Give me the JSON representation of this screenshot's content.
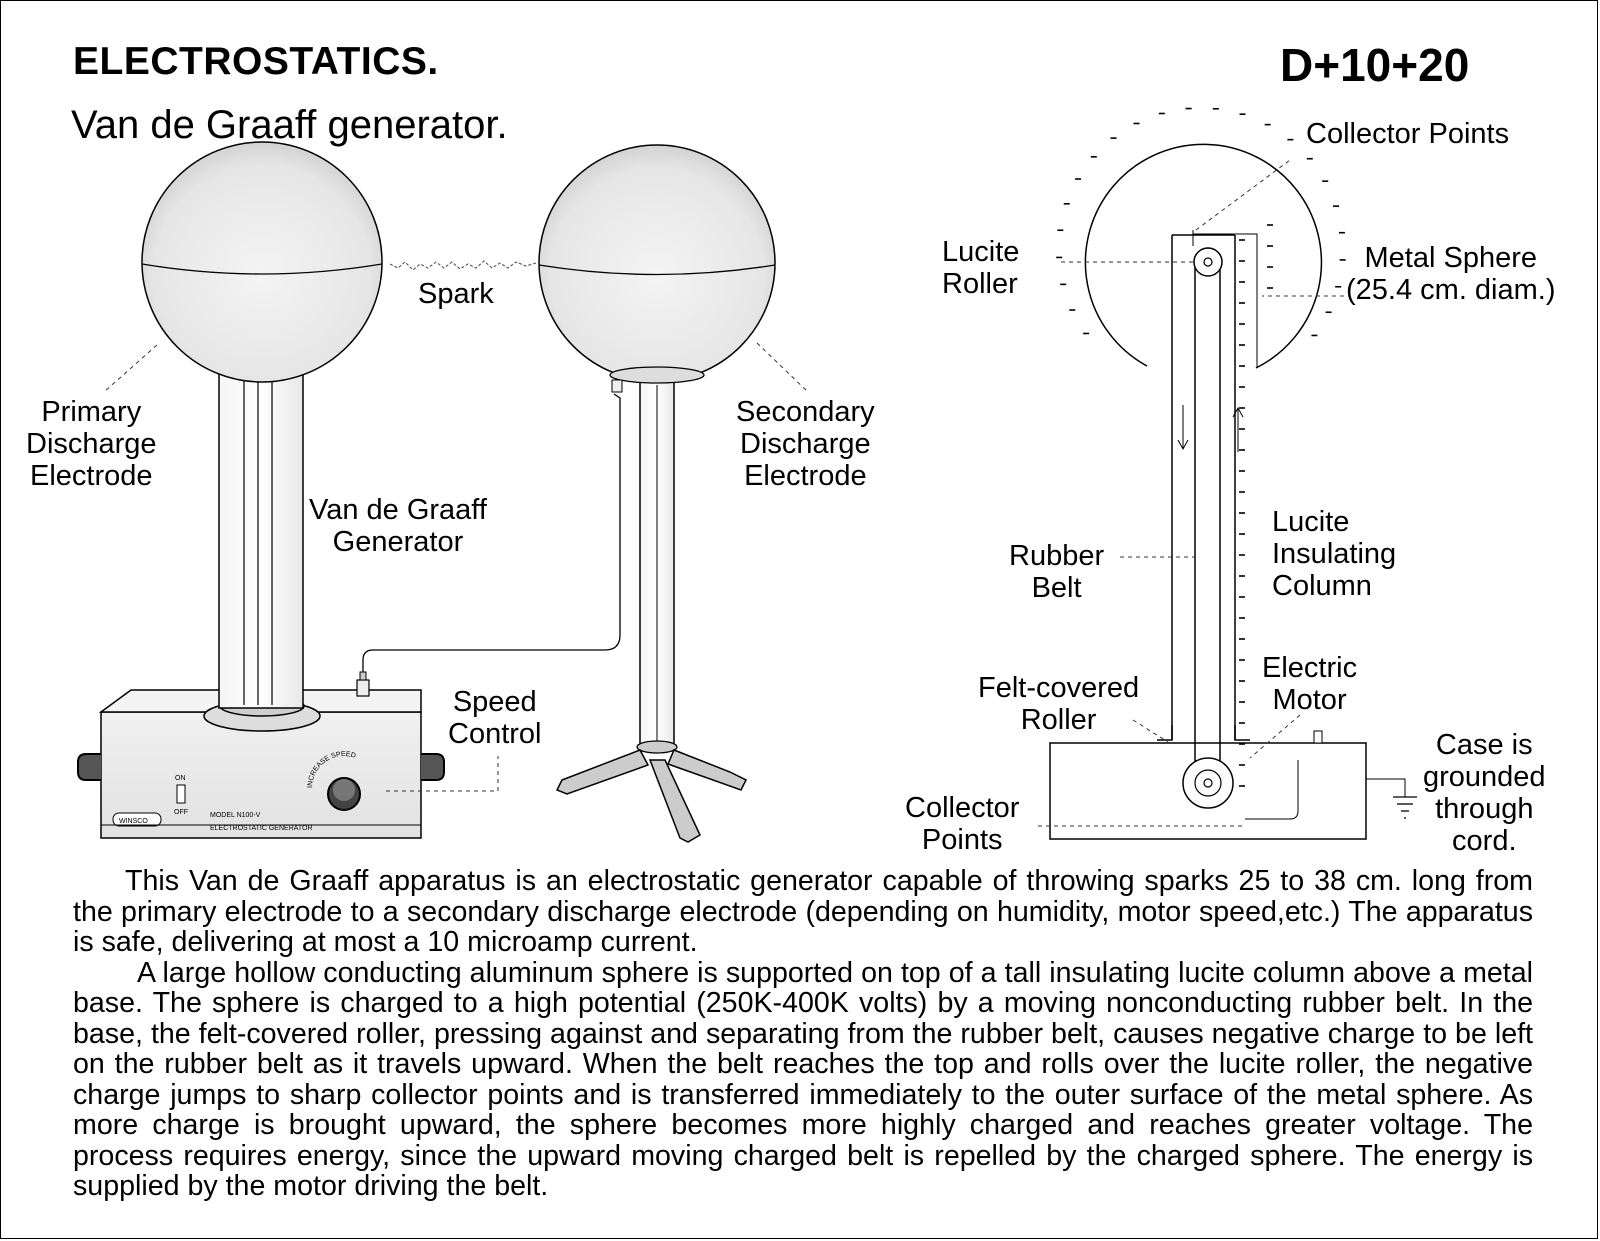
{
  "header": {
    "title": "ELECTROSTATICS.",
    "code": "D+10+20",
    "subtitle": "Van de Graaff generator."
  },
  "labels": {
    "spark": "Spark",
    "primary_electrode": [
      "Primary",
      "Discharge",
      "Electrode"
    ],
    "secondary_electrode": [
      "Secondary",
      "Discharge",
      "Electrode"
    ],
    "generator": [
      "Van de Graaff",
      "Generator"
    ],
    "speed_control": [
      "Speed",
      "Control"
    ],
    "collector_points_top": "Collector Points",
    "lucite_roller": [
      "Lucite",
      "Roller"
    ],
    "metal_sphere": [
      "Metal Sphere",
      "(25.4 cm. diam.)"
    ],
    "rubber_belt": [
      "Rubber",
      "Belt"
    ],
    "insulating_column": [
      "Lucite",
      "Insulating",
      "Column"
    ],
    "felt_roller": [
      "Felt-covered",
      "Roller"
    ],
    "electric_motor": [
      "Electric",
      "Motor"
    ],
    "collector_points_bottom": [
      "Collector",
      "Points"
    ],
    "case_grounded": [
      "Case is",
      "grounded",
      "through",
      "cord."
    ]
  },
  "apparatus_text": {
    "on": "ON",
    "off": "OFF",
    "brand": "WINSCO",
    "model": "MODEL N100-V",
    "product": "ELECTROSTATIC GENERATOR",
    "knob": "INCREASE SPEED"
  },
  "description": [
    "This Van de Graaff apparatus is an electrostatic generator capable of throwing sparks 25 to 38 cm. long from the primary electrode to a secondary discharge electrode (depending on humidity, motor speed,etc.) The apparatus is safe, delivering at most a 10 microamp current.",
    "A large hollow conducting aluminum sphere is supported on top of a tall insulating lucite column above a metal base. The sphere is charged to a high potential (250K-400K volts) by a moving nonconducting rubber belt.  In the base, the felt-covered roller, pressing against and separating from the rubber belt, causes negative charge to be left on the rubber belt as it travels upward. When the belt reaches the top and rolls over the lucite roller, the negative charge jumps to sharp collector points and is transferred immediately to the outer surface of the metal sphere. As more charge is brought upward, the sphere becomes more highly charged and reaches greater voltage. The process requires energy, since the upward moving charged belt is repelled by the charged sphere. The energy is supplied by the motor driving the belt."
  ]
}
